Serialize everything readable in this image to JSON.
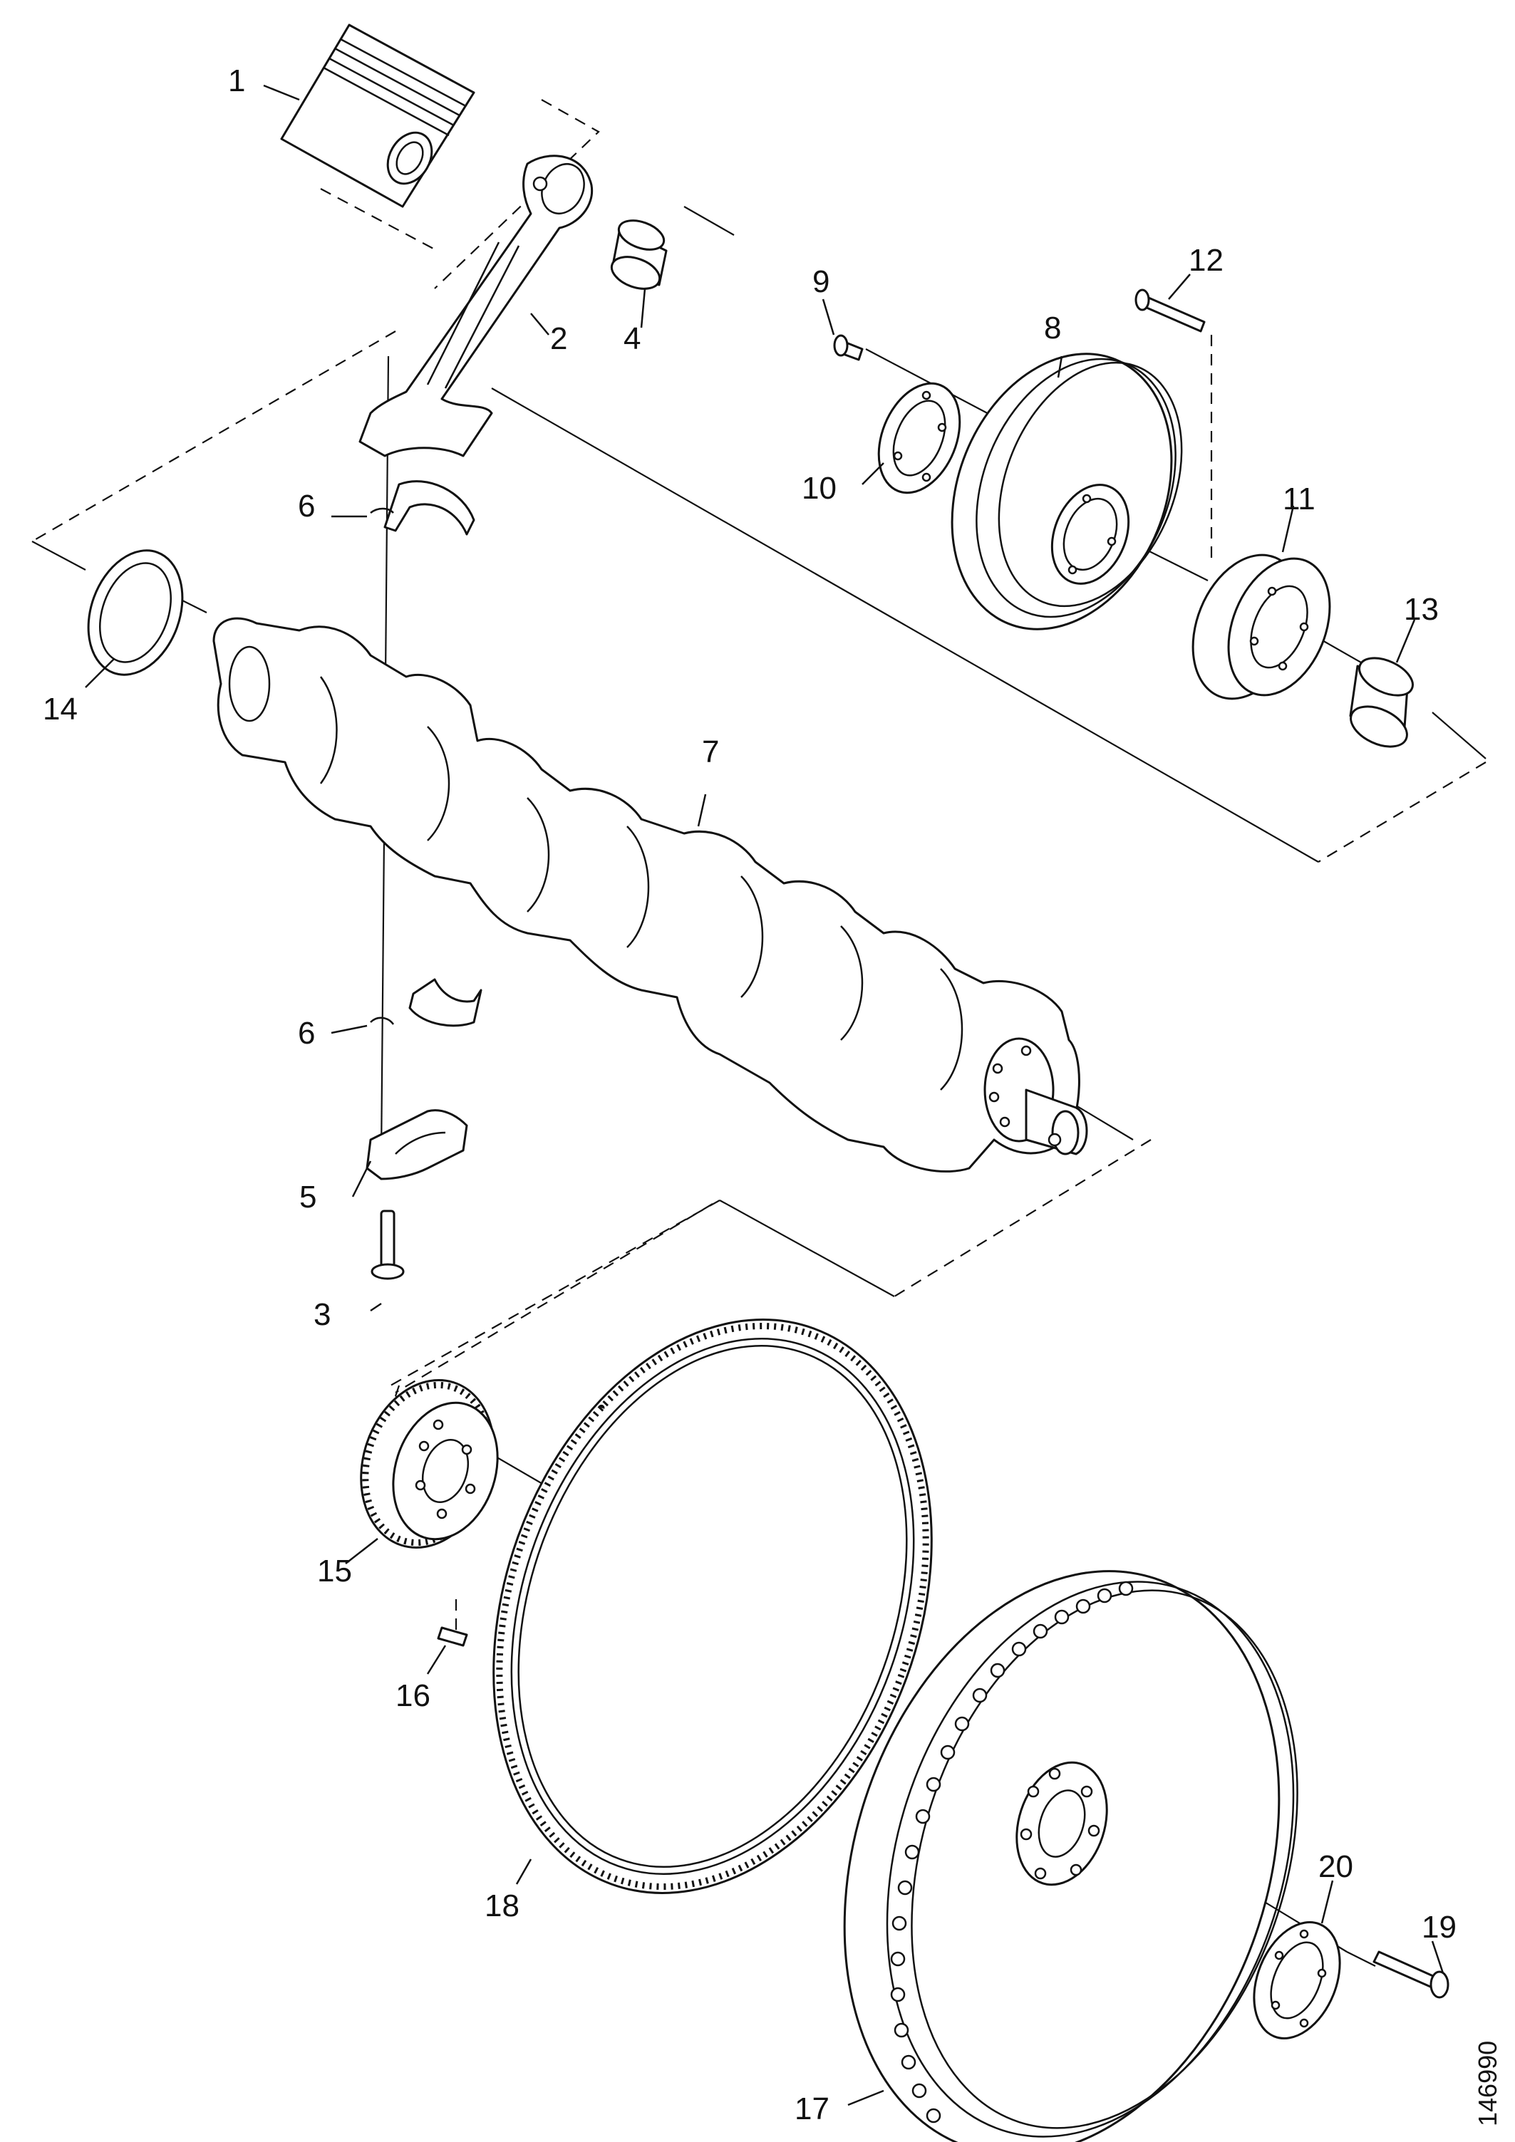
{
  "diagram": {
    "reference_number": "146990",
    "labels": [
      {
        "id": "l1",
        "text": "1"
      },
      {
        "id": "l2",
        "text": "2"
      },
      {
        "id": "l3",
        "text": "3"
      },
      {
        "id": "l4",
        "text": "4"
      },
      {
        "id": "l5",
        "text": "5"
      },
      {
        "id": "l6a",
        "text": "6"
      },
      {
        "id": "l6b",
        "text": "6"
      },
      {
        "id": "l7",
        "text": "7"
      },
      {
        "id": "l8",
        "text": "8"
      },
      {
        "id": "l9",
        "text": "9"
      },
      {
        "id": "l10",
        "text": "10"
      },
      {
        "id": "l11",
        "text": "11"
      },
      {
        "id": "l12",
        "text": "12"
      },
      {
        "id": "l13",
        "text": "13"
      },
      {
        "id": "l14",
        "text": "14"
      },
      {
        "id": "l15",
        "text": "15"
      },
      {
        "id": "l16",
        "text": "16"
      },
      {
        "id": "l17",
        "text": "17"
      },
      {
        "id": "l18",
        "text": "18"
      },
      {
        "id": "l19",
        "text": "19"
      },
      {
        "id": "l20",
        "text": "20"
      }
    ]
  }
}
